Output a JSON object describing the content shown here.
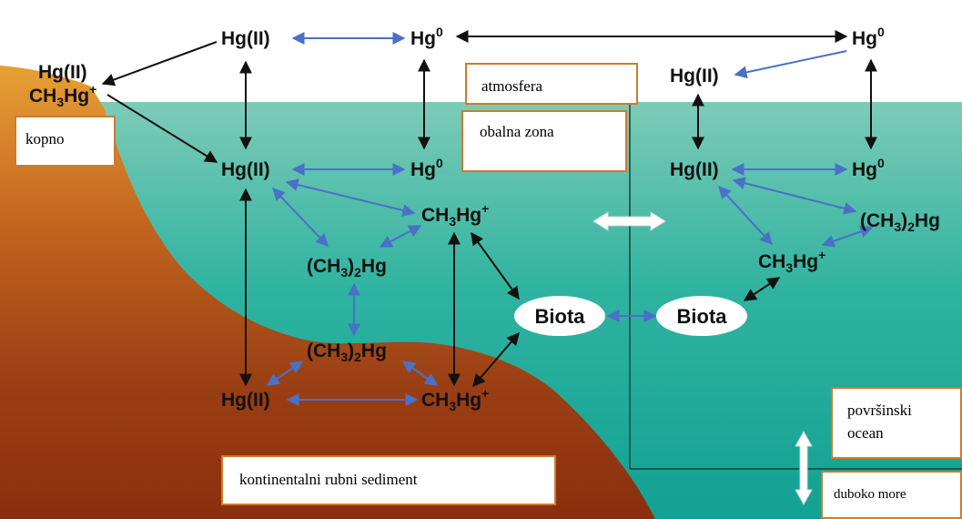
{
  "species": {
    "hg2": "Hg(II)",
    "hg0": "Hg",
    "hg0_sup": "0",
    "ch3hg": {
      "a": "CH",
      "b": "3",
      "c": "Hg",
      "d": "+"
    },
    "dmhg": {
      "a": "(CH",
      "b": "3",
      "c": ")",
      "d": "2",
      "e": "Hg"
    }
  },
  "biota": [
    "Biota",
    "Biota"
  ],
  "labels": {
    "kopno": "kopno",
    "atmosfera": "atmosfera",
    "obalna_zona": "obalna zona",
    "povrsinski_ocean_1": "površinski",
    "povrsinski_ocean_2": "ocean",
    "duboko_more": "duboko more",
    "sediment": "kontinentalni rubni sediment"
  },
  "colors": {
    "sky": "#ffffff",
    "water_top": "#7dcbb7",
    "water_bottom": "#14a596",
    "land_top": "#e69a33",
    "land_bottom": "#8a3010",
    "blue_arrow": "#4a70c8",
    "black_arrow": "#111111",
    "box_border": "#d07a2a"
  }
}
